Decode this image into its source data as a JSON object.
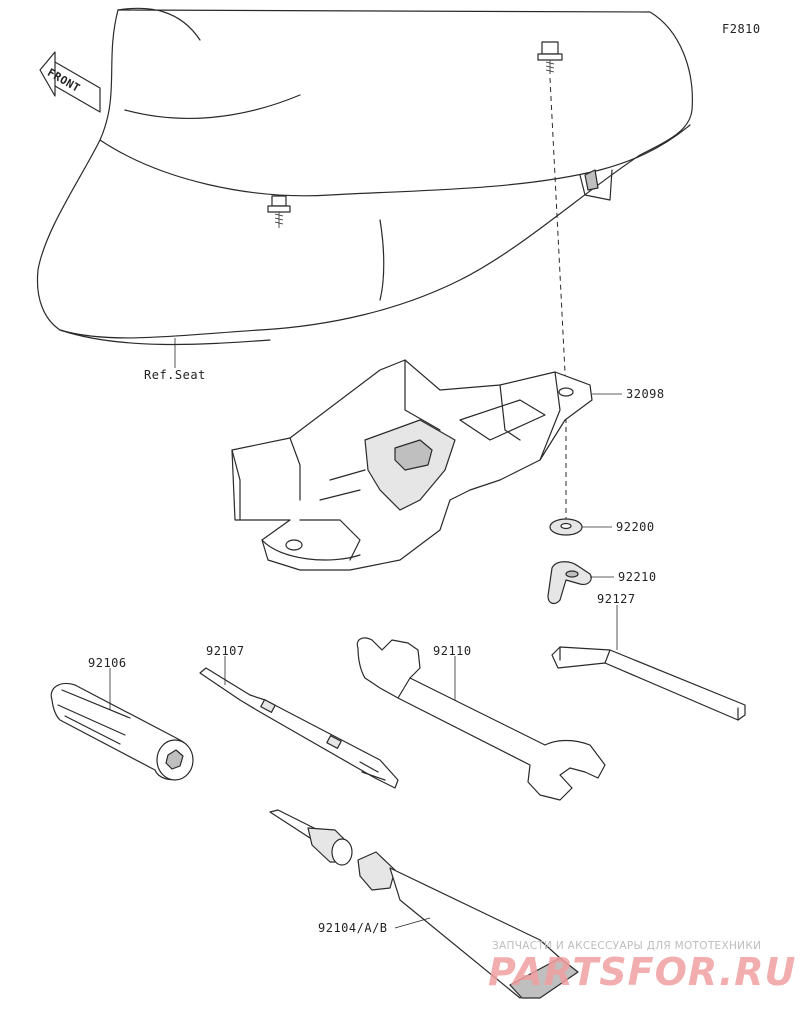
{
  "figure_code": "F2810",
  "front_label": "FRONT",
  "ref_label": "Ref.Seat",
  "parts": {
    "p32098": "32098",
    "p92200": "92200",
    "p92210": "92210",
    "p92127": "92127",
    "p92106": "92106",
    "p92107": "92107",
    "p92110": "92110",
    "p92104": "92104/A/B"
  },
  "watermark": {
    "line1": "ЗАПЧАСТИ И АКСЕССУАРЫ ДЛЯ МОТОТЕХНИКИ",
    "line2": "PARTSFOR.RU"
  }
}
